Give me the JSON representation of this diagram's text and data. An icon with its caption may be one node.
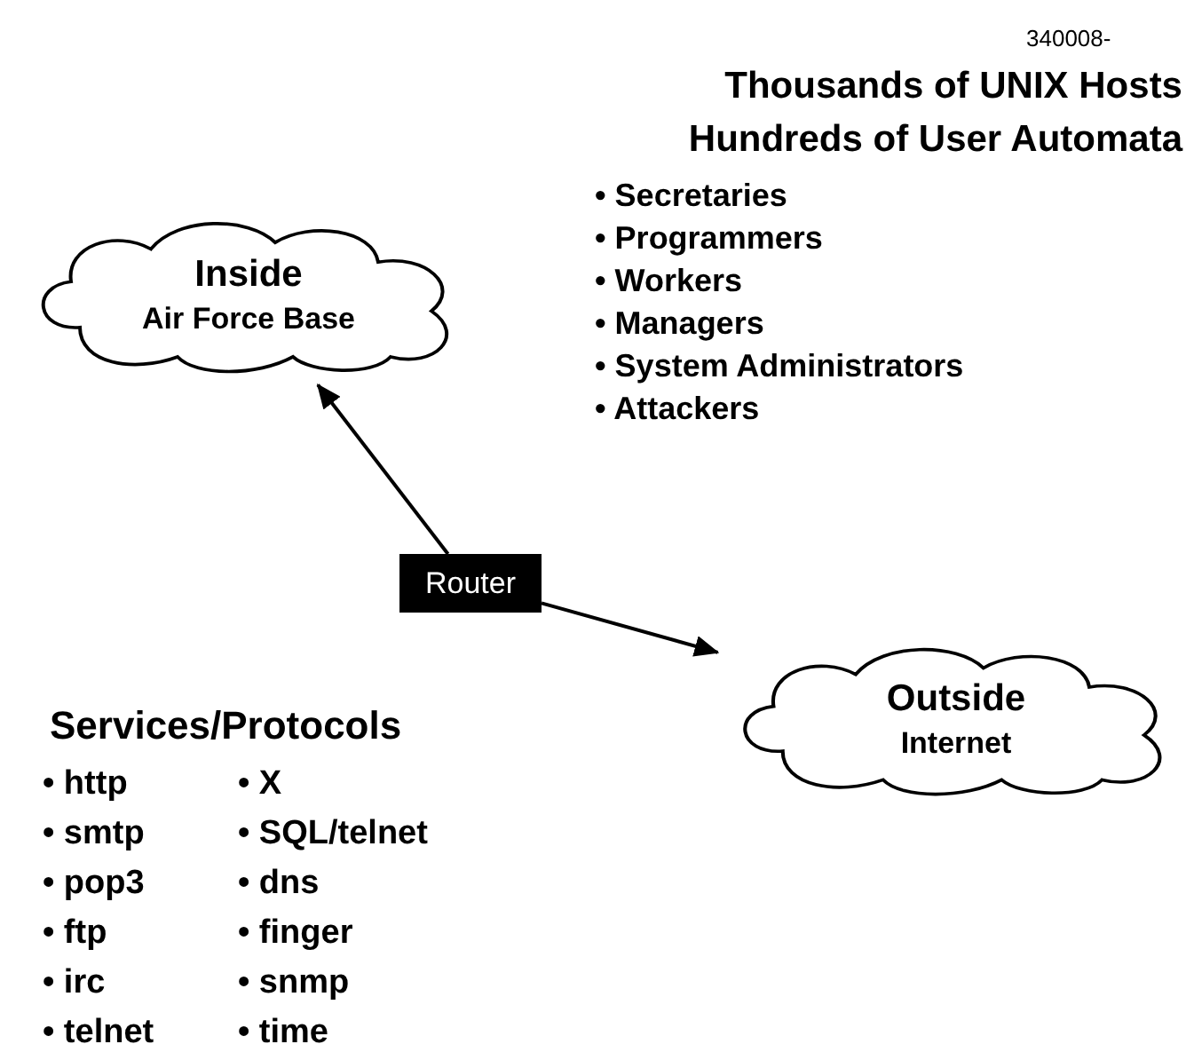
{
  "diagram": {
    "nodes": [
      {
        "text": [
          "Inside",
          "Air Force Base"
        ]
      },
      {
        "text": [
          "Router"
        ]
      },
      {
        "text": [
          "Outside",
          "Internet"
        ]
      }
    ],
    "edges": [
      {
        "from": 1,
        "to": 0,
        "arrow": "to"
      },
      {
        "from": 1,
        "to": 2,
        "arrow": "to"
      }
    ],
    "labels": [
      "340008-",
      "Thousands of UNIX Hosts",
      "Hundreds of User Automata",
      "• Secretaries",
      "• Programmers",
      "• Workers",
      "• Managers",
      "• System Administrators",
      "• Attackers",
      "Services/Protocols",
      "• http",
      "• smtp",
      "• pop3",
      "• ftp",
      "• irc",
      "• telnet",
      "• X",
      "• SQL/telnet",
      "• dns",
      "• finger",
      "• snmp",
      "• time"
    ]
  }
}
